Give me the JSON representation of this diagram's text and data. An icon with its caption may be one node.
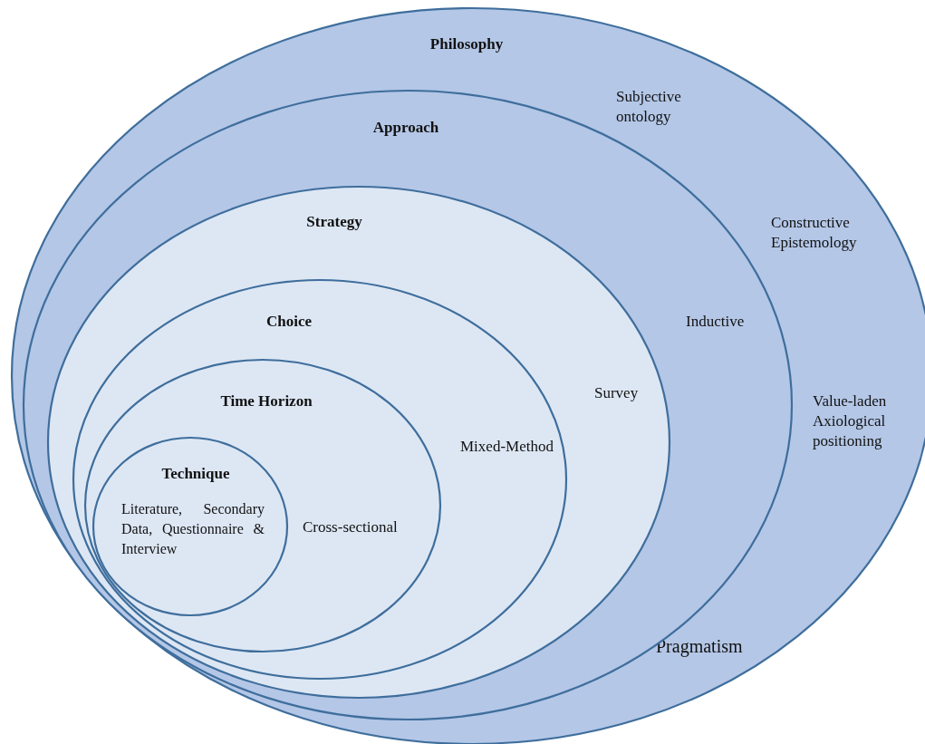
{
  "diagram": {
    "nodes": [
      {
        "text": [
          "Philosophy",
          "Subjective ontology",
          "Constructive Epistemology",
          "Value-laden Axiological positioning",
          "Pragmatism"
        ]
      },
      {
        "text": [
          "Approach",
          "Inductive"
        ],
        "in": 0
      },
      {
        "text": [
          "Strategy",
          "Survey"
        ],
        "in": 1
      },
      {
        "text": [
          "Choice",
          "Mixed-Method"
        ],
        "in": 2
      },
      {
        "text": [
          "Time Horizon",
          "Cross-sectional"
        ],
        "in": 3
      },
      {
        "text": [
          "Technique",
          "Literature, Secondary Data, Questionnaire & Interview"
        ],
        "in": 4
      }
    ]
  }
}
